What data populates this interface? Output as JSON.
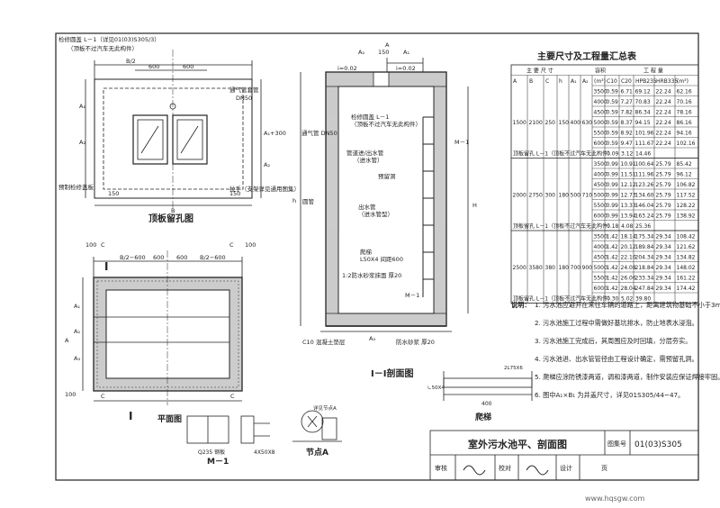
{
  "drawing": {
    "top_view_caption": "顶板留孔图",
    "plan_caption": "平面图",
    "section_caption": "I－I剖面图",
    "m1_caption": "M－1",
    "node_caption": "节点A",
    "ladder_caption": "爬梯",
    "section_mark_top": "I",
    "section_mark_bottom": "I"
  },
  "top_view_labels": {
    "cover_note": "检修圆盖 L－1（详见01(03)S305/3）",
    "cover_note2": "（顶板不过汽车无此构件）",
    "vent": "通气管套管",
    "vent_dn": "DN50",
    "rebar": "预制检修盖板",
    "handle": "拉手（支架详见通用图集）",
    "dims": [
      "B/2",
      "600",
      "600",
      "150",
      "B",
      "150",
      "A₁",
      "A₂",
      "A₁+300",
      "A₂"
    ]
  },
  "plan_labels": {
    "dims": [
      "100",
      "C",
      "B/2−600",
      "600",
      "600",
      "B/2−600",
      "C",
      "100",
      "A₁",
      "A₂",
      "A₃",
      "A",
      "100",
      "C",
      "C"
    ],
    "note_ii": "I"
  },
  "section_labels": {
    "top_dims": [
      "A₂",
      "150",
      "A₁",
      "i=0.02",
      "i=0.02",
      "A"
    ],
    "notes": [
      "检修圆盖 L－1",
      "（顶板不过汽车无此构件）",
      "通气管 DN50",
      "管道进/出水管",
      "（进水管）",
      "预留洞",
      "圆管",
      "出水管",
      "（进水管型）",
      "爬梯",
      "L50X4 间距600",
      "1:2防水砂浆抹面 厚20",
      "M－1",
      "C10 混凝土垫层",
      "防水砂浆 厚20",
      "A₃",
      "M－1"
    ],
    "h_label": "H",
    "h1_label": "h"
  },
  "table": {
    "title": "主要尺寸及工程量汇总表",
    "header_row1": [
      "主 要 尺 寸",
      "",
      "",
      "",
      "",
      "",
      "容积",
      "工 程 量"
    ],
    "header_row2": [
      "A",
      "B",
      "C",
      "h",
      "A₁",
      "A₂",
      "(m³)",
      "C10",
      "C20",
      "HPB235",
      "HRB335",
      "(m³)"
    ],
    "rows": [
      [
        "3500",
        "0.59",
        "6.71",
        "69.12",
        "22.24",
        "62.16"
      ],
      [
        "4000",
        "0.59",
        "7.27",
        "70.83",
        "22.24",
        "70.16"
      ],
      [
        "4500",
        "0.59",
        "7.82",
        "86.34",
        "22.24",
        "78.16"
      ],
      [
        "5000",
        "0.59",
        "8.37",
        "94.15",
        "22.24",
        "86.16"
      ],
      [
        "5500",
        "0.59",
        "8.92",
        "101.96",
        "22.24",
        "94.16"
      ],
      [
        "6000",
        "0.59",
        "9.47",
        "111.67",
        "22.24",
        "102.16"
      ],
      [
        "顶板留孔 L－1（顶板不过汽车无此构件）",
        "",
        "0.09",
        "3.12",
        "14.46",
        ""
      ],
      [
        "3500",
        "0.99",
        "10.91",
        "100.64",
        "25.79",
        "85.42"
      ],
      [
        "4000",
        "0.99",
        "11.51",
        "111.96",
        "25.79",
        "96.12"
      ],
      [
        "4500",
        "0.99",
        "12.12",
        "123.26",
        "25.79",
        "106.82"
      ],
      [
        "5000",
        "0.99",
        "12.73",
        "134.60",
        "25.79",
        "117.52"
      ],
      [
        "5500",
        "0.99",
        "13.33",
        "146.04",
        "25.79",
        "128.22"
      ],
      [
        "6000",
        "0.99",
        "13.94",
        "163.24",
        "25.79",
        "138.92"
      ],
      [
        "顶板留孔 L－1（顶板不过汽车无此构件）",
        "",
        "0.18",
        "4.08",
        "25.36",
        ""
      ],
      [
        "3500",
        "1.42",
        "18.14",
        "175.34",
        "29.34",
        "108.42"
      ],
      [
        "4000",
        "1.42",
        "20.12",
        "189.84",
        "29.34",
        "121.62"
      ],
      [
        "4500",
        "1.42",
        "22.10",
        "204.34",
        "29.34",
        "134.82"
      ],
      [
        "5000",
        "1.42",
        "24.08",
        "218.84",
        "29.34",
        "148.02"
      ],
      [
        "5500",
        "1.42",
        "26.06",
        "233.34",
        "29.34",
        "161.22"
      ],
      [
        "6000",
        "1.42",
        "28.04",
        "247.84",
        "29.34",
        "174.42"
      ],
      [
        "顶板留孔 L－1（顶板不过汽车无此构件）",
        "",
        "0.30",
        "5.02",
        "39.80",
        ""
      ]
    ],
    "groups": [
      [
        "1500",
        "2100",
        "250",
        "150",
        "400",
        "630"
      ],
      [
        "2000",
        "2750",
        "300",
        "180",
        "500",
        "710"
      ],
      [
        "2500",
        "3580",
        "380",
        "180",
        "700",
        "900"
      ]
    ]
  },
  "notes": {
    "heading": "说明：",
    "items": [
      "1. 污水池应避开在来往车辆的道路上，距离建筑物基础不小于3m。",
      "2. 污水池施工过程中需做好基坑排水，防止地表水浸泡。",
      "3. 污水池施工完成后，其周围应及时回填，分层夯实。",
      "4. 污水池进、出水管管径由工程设计确定，需预留孔洞。",
      "5. 爬梯应涂防锈漆两道，调和漆两道，制作安装应保证焊接牢固。",
      "6. 图中A₁×B₁ 为井盖尺寸，详见01S305/44~47。"
    ]
  },
  "title_block": {
    "title": "室外污水池平、剖面图",
    "atlas_label": "图集号",
    "atlas_no": "01(03)S305",
    "review_label": "审核",
    "check_label": "校对",
    "design_label": "设计",
    "page_label": "页"
  },
  "watermark": {
    "text": "www.hqsgw.com"
  },
  "m1_labels": {
    "plate": "Q235 钢板",
    "size": "4X50X8"
  },
  "ladder_labels": {
    "size": "∟50X4",
    "len": "400",
    "bar": "2L75X6",
    "detail": "详见节点A"
  }
}
